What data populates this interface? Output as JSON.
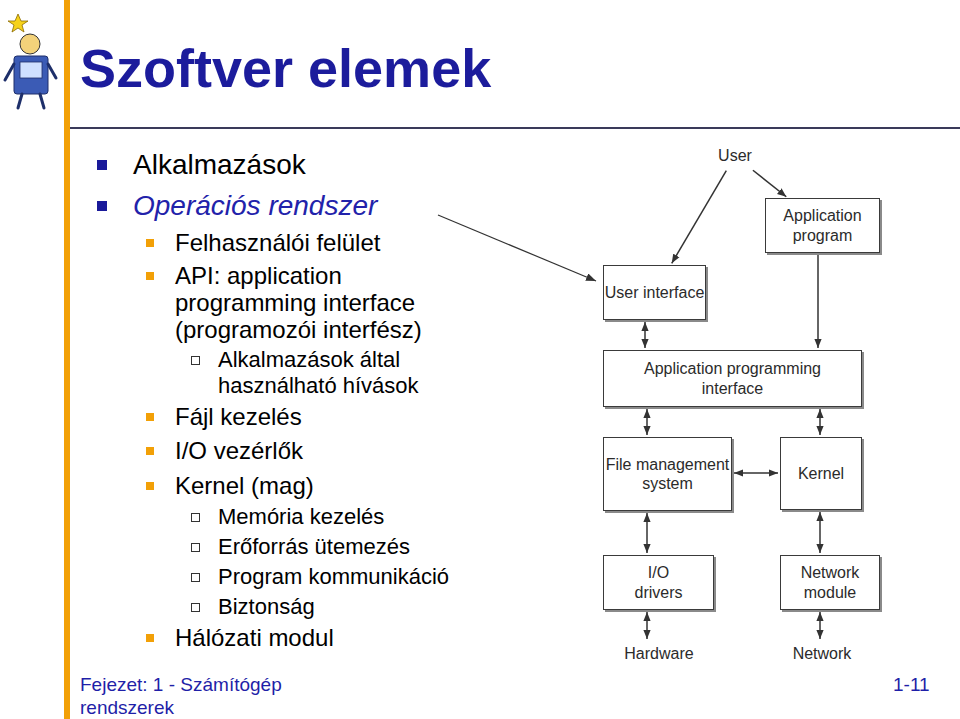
{
  "diagram": {
    "title": "Szoftver elemek",
    "nodes": [
      {
        "text": [
          "User"
        ]
      },
      {
        "text": [
          "Application program"
        ]
      },
      {
        "text": [
          "User interface"
        ]
      },
      {
        "text": [
          "Application programming interface"
        ]
      },
      {
        "text": [
          "File management system"
        ]
      },
      {
        "text": [
          "Kernel"
        ]
      },
      {
        "text": [
          "I/O drivers"
        ]
      },
      {
        "text": [
          "Network module"
        ]
      },
      {
        "text": [
          "Hardware"
        ]
      },
      {
        "text": [
          "Network"
        ]
      }
    ],
    "edges": [
      {
        "from": 0,
        "to": 2,
        "arrow": "to"
      },
      {
        "from": 0,
        "to": 1,
        "arrow": "to"
      },
      {
        "from": 1,
        "to": 3,
        "arrow": "to"
      },
      {
        "from": 2,
        "to": 3,
        "arrow": "both"
      },
      {
        "from": 3,
        "to": 4,
        "arrow": "both"
      },
      {
        "from": 3,
        "to": 5,
        "arrow": "both"
      },
      {
        "from": 4,
        "to": 5,
        "arrow": "both"
      },
      {
        "from": 4,
        "to": 6,
        "arrow": "both"
      },
      {
        "from": 5,
        "to": 7,
        "arrow": "both"
      },
      {
        "from": 6,
        "to": 8,
        "arrow": "both"
      },
      {
        "from": 7,
        "to": 9,
        "arrow": "both"
      }
    ],
    "labels": [
      "Alkalmazások",
      "Operációs rendszer",
      "Felhasználói felület",
      "API: application programming interface (programozói interfész)",
      "Alkalmazások által használható hívások",
      "Fájl kezelés",
      "I/O vezérlők",
      "Kernel (mag)",
      "Memória kezelés",
      "Erőforrás ütemezés",
      "Program kommunikáció",
      "Biztonság",
      "Hálózati modul",
      "Fejezet: 1 - Számítógép rendszerek",
      "1-11"
    ]
  }
}
